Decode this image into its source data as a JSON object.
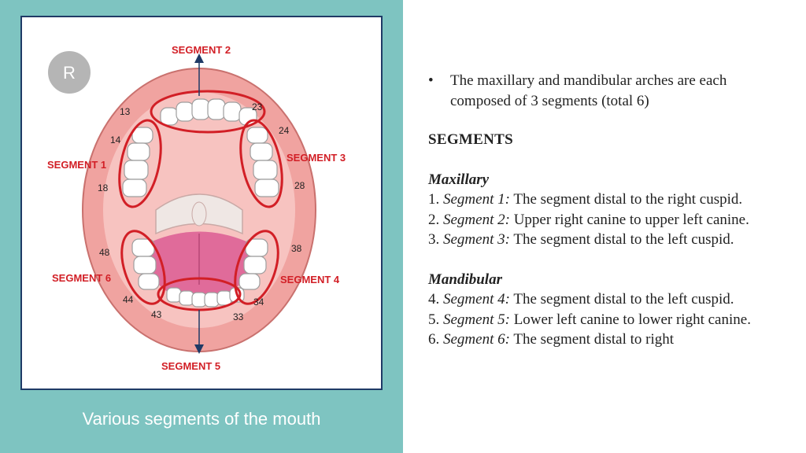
{
  "figure": {
    "badge": "R",
    "caption": "Various segments of the mouth",
    "segment_labels": [
      "SEGMENT 1",
      "SEGMENT 2",
      "SEGMENT 3",
      "SEGMENT 4",
      "SEGMENT 5",
      "SEGMENT 6"
    ],
    "tooth_numbers": [
      "13",
      "14",
      "18",
      "23",
      "24",
      "28",
      "48",
      "38",
      "44",
      "43",
      "34",
      "33"
    ],
    "colors": {
      "segment_outline": "#d21f26",
      "lip": "#f0a3a0",
      "tongue": "#e06b9a",
      "teeth": "#ffffff",
      "panel": "#7ec4c1",
      "frame": "#1f3a66"
    }
  },
  "text": {
    "bullet": "The maxillary and mandibular arches are each composed of 3 segments (total 6)",
    "heading": "SEGMENTS",
    "maxillary": {
      "title": "Maxillary",
      "items": [
        {
          "num": "1.",
          "seg": "Segment 1:",
          "desc": "The segment distal to the right cuspid."
        },
        {
          "num": "2.",
          "seg": "Segment 2:",
          "desc": "Upper right canine to upper left canine."
        },
        {
          "num": "3.",
          "seg": "Segment 3:",
          "desc": "The segment distal to the left cuspid."
        }
      ]
    },
    "mandibular": {
      "title": "Mandibular",
      "items": [
        {
          "num": "4.",
          "seg": "Segment 4:",
          "desc": "The segment distal to the left cuspid."
        },
        {
          "num": "5.",
          "seg": "Segment 5:",
          "desc": "Lower left canine to lower right canine."
        },
        {
          "num": "6.",
          "seg": "Segment 6:",
          "desc": "The segment distal to right"
        }
      ]
    }
  }
}
